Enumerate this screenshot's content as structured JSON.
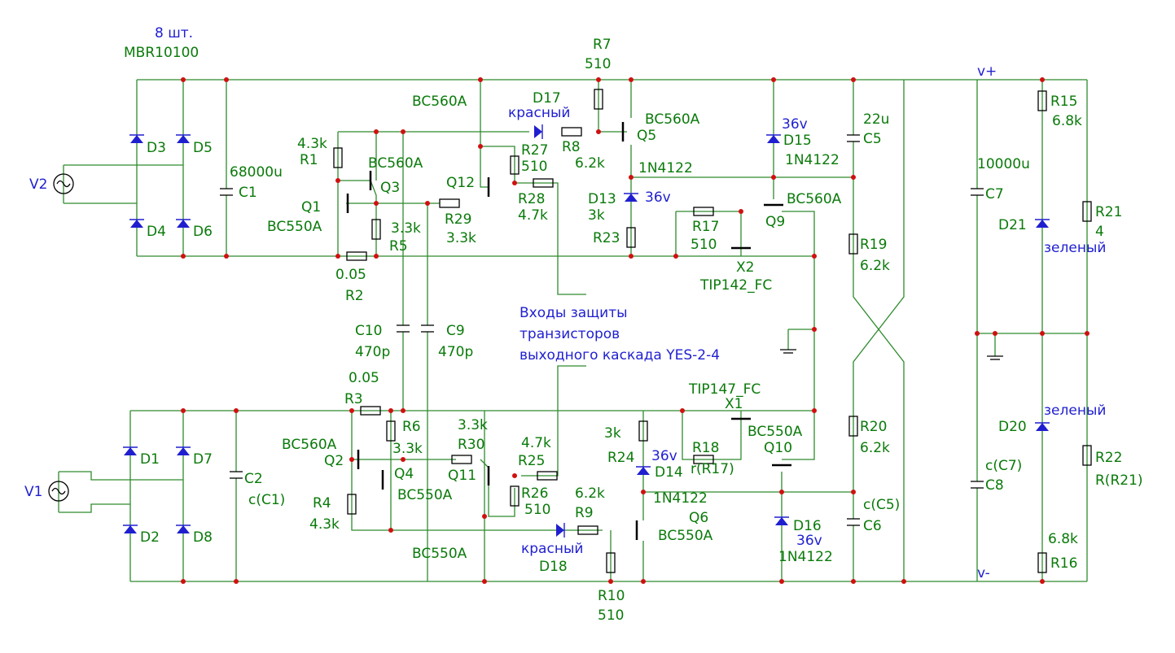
{
  "top_note": {
    "count": "8 шт.",
    "part": "MBR10100"
  },
  "rails": {
    "pos": "v+",
    "neg": "v-"
  },
  "protection_note": [
    "Входы защиты",
    "транзисторов",
    "выходного каскада YES-2-4"
  ],
  "labels": {
    "V2": "V2",
    "V1": "V1",
    "D1": "D1",
    "D2": "D2",
    "D3": "D3",
    "D4": "D4",
    "D5": "D5",
    "D6": "D6",
    "D7": "D7",
    "D8": "D8",
    "C1_name": "C1",
    "C1_val": "68000u",
    "C2_name": "C2",
    "C2_val": "c(C1)",
    "R1_name": "R1",
    "R1_val": "4.3k",
    "Q1_name": "Q1",
    "Q1_val": "BC550A",
    "Q3_name": "Q3",
    "Q3_val": "BC560A",
    "R5_val": "3.3k",
    "R5_name": "R5",
    "R2_val": "0.05",
    "R2_name": "R2",
    "R29_name": "R29",
    "R29_val": "3.3k",
    "BC560A_top": "BC560A",
    "D17_name": "D17",
    "D17_val": "красный",
    "R27_name": "R27",
    "R27_val": "510",
    "R8_name": "R8",
    "R8_val": "6.2k",
    "Q12_name": "Q12",
    "R28_name": "R28",
    "R28_val": "4.7k",
    "R7_name": "R7",
    "R7_val": "510",
    "Q5_name": "Q5",
    "Q5_val": "BC560A",
    "D13_name": "D13",
    "D13_val": "36v",
    "D13_type": "1N4122",
    "R23_val": "3k",
    "R23_name": "R23",
    "R17_name": "R17",
    "R17_val": "510",
    "X2_name": "X2",
    "X2_val": "TIP142_FC",
    "Q9_name": "Q9",
    "Q9_val": "BC560A",
    "D15_val": "36v",
    "D15_name": "D15",
    "D15_type": "1N4122",
    "C5_val": "22u",
    "C5_name": "C5",
    "R19_name": "R19",
    "R19_val": "6.2k",
    "C7_val": "10000u",
    "C7_name": "C7",
    "R15_name": "R15",
    "R15_val": "6.8k",
    "R21_name": "R21",
    "R21_val": "4",
    "D21_name": "D21",
    "D21_val": "зеленый",
    "C10_name": "C10",
    "C10_val": "470p",
    "C9_name": "C9",
    "C9_val": "470p",
    "R3_val": "0.05",
    "R3_name": "R3",
    "R6_name": "R6",
    "R6_val": "3.3k",
    "Q2_val": "BC560A",
    "Q2_name": "Q2",
    "Q4_name": "Q4",
    "Q4_val": "BC550A",
    "R4_name": "R4",
    "R4_val": "4.3k",
    "R30_val": "3.3k",
    "R30_name": "R30",
    "Q11_name": "Q11",
    "R25_val": "4.7k",
    "R25_name": "R25",
    "R26_name": "R26",
    "R26_val": "510",
    "R9_val": "6.2k",
    "R9_name": "R9",
    "D18_val": "красный",
    "D18_name": "D18",
    "BC550A_bot": "BC550A",
    "R10_name": "R10",
    "R10_val": "510",
    "R24_val": "3k",
    "R24_name": "R24",
    "D14_val": "36v",
    "D14_name": "D14",
    "D14_type": "1N4122",
    "Q6_name": "Q6",
    "Q6_val": "BC550A",
    "X1_val": "TIP147_FC",
    "X1_name": "X1",
    "Q10_val": "BC550A",
    "Q10_name": "Q10",
    "R18_name": "R18",
    "R18_val": "r(R17)",
    "D16_name": "D16",
    "D16_val": "36v",
    "D16_type": "1N4122",
    "R20_name": "R20",
    "R20_val": "6.2k",
    "C6_val": "c(C5)",
    "C6_name": "C6",
    "C8_val": "c(C7)",
    "C8_name": "C8",
    "D20_val": "зеленый",
    "D20_name": "D20",
    "R22_name": "R22",
    "R22_val": "R(R21)",
    "R16_val": "6.8k",
    "R16_name": "R16"
  }
}
